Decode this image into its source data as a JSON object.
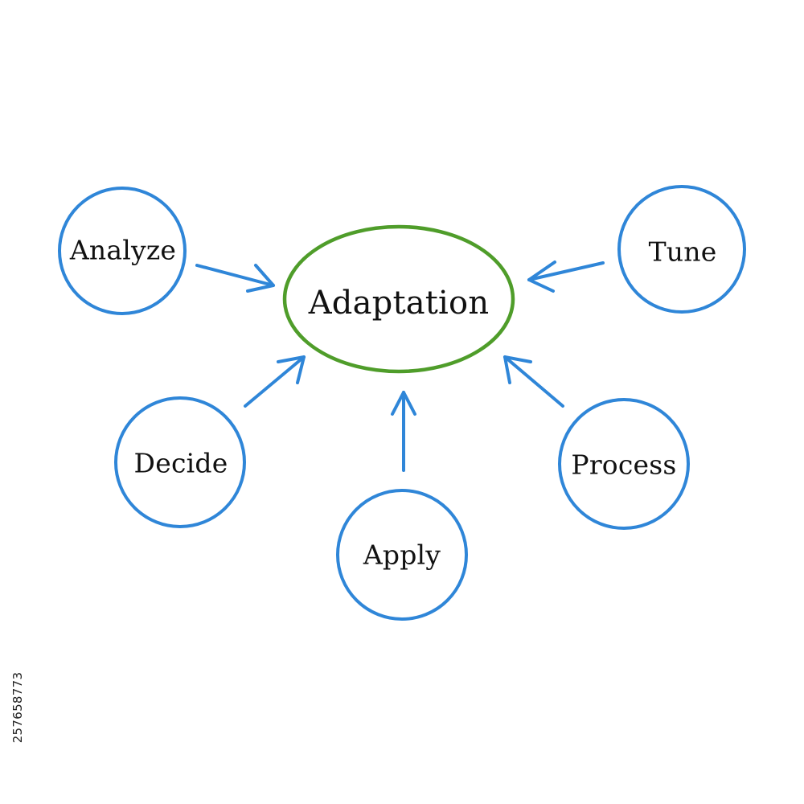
{
  "diagram": {
    "center": {
      "label": "Adaptation"
    },
    "nodes": {
      "analyze": {
        "label": "Analyze"
      },
      "tune": {
        "label": "Tune"
      },
      "decide": {
        "label": "Decide"
      },
      "process": {
        "label": "Process"
      },
      "apply": {
        "label": "Apply"
      }
    },
    "colors": {
      "node_stroke": "#2f86d8",
      "center_stroke": "#4f9d2a",
      "arrow": "#2f86d8",
      "text": "#111111"
    }
  },
  "image_id": "257658773"
}
